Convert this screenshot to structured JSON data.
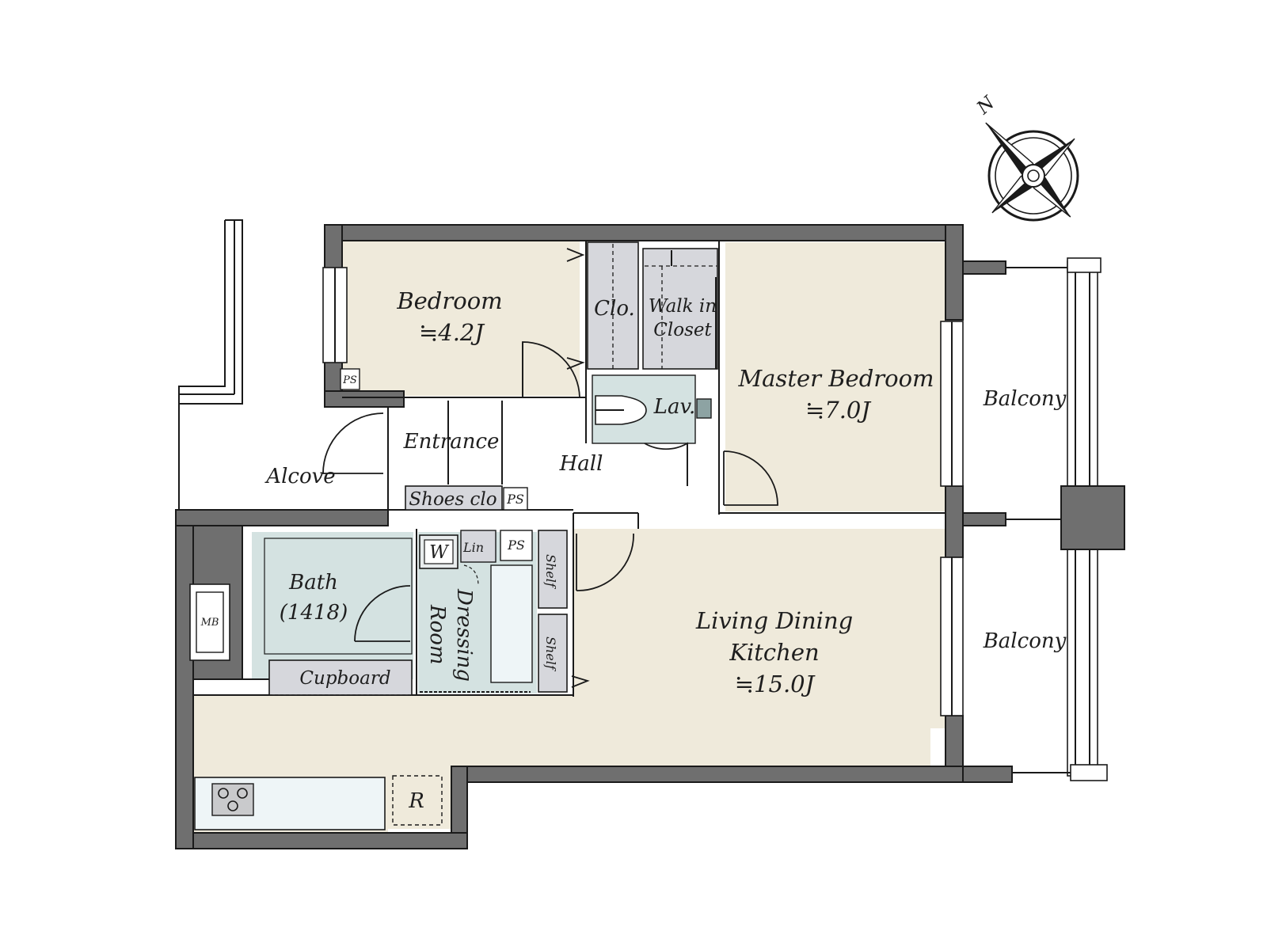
{
  "colors": {
    "room_beige": "#efeadb",
    "wet_area": "#d4e2e1",
    "storage": "#d6d7dc",
    "wall": "#6f6f6f",
    "kitchen_counter": "#eef5f7",
    "line": "#1a1a1a"
  },
  "compass": {
    "north_label": "N",
    "icon": "compass-rose-icon"
  },
  "rooms": {
    "bedroom": {
      "name": "Bedroom",
      "area": "≒4.2J"
    },
    "master_bedroom": {
      "name": "Master Bedroom",
      "area": "≒7.0J"
    },
    "ldk": {
      "name_line1": "Living Dining",
      "name_line2": "Kitchen",
      "area": "≒15.0J"
    },
    "closet": "Clo.",
    "walk_in_line1": "Walk in",
    "walk_in_line2": "Closet",
    "lavatory": "Lav.",
    "entrance": "Entrance",
    "hall": "Hall",
    "alcove": "Alcove",
    "shoes_closet": "Shoes clo",
    "bath_name": "Bath",
    "bath_size": "(1418)",
    "dressing_line1": "Dressing",
    "dressing_line2": "Room",
    "washer": "W",
    "linen": "Lin",
    "shelf": "Shelf",
    "cupboard": "Cupboard",
    "meter_box": "MB",
    "pipe_space": "PS",
    "refrigerator": "R",
    "balcony": "Balcony"
  }
}
